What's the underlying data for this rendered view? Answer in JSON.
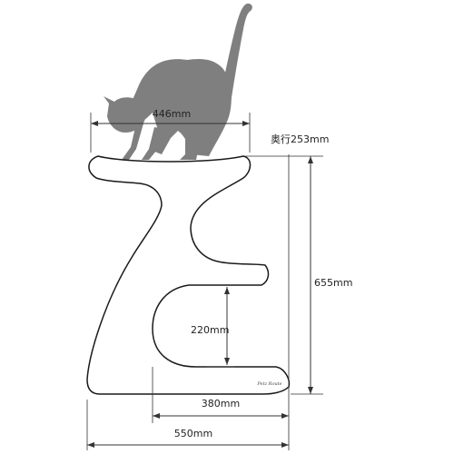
{
  "labels": {
    "top_width": "446mm",
    "depth": "奥行253mm",
    "height": "655mm",
    "inner_height": "220mm",
    "base_inner_width": "380mm",
    "total_width": "550mm",
    "brand": "Petz Route"
  },
  "colors": {
    "cat_silhouette": "#7f7f7f",
    "outline": "#1a1a1a",
    "dimension_line": "#333333"
  },
  "icons": {
    "cat": "cat-silhouette-icon"
  }
}
